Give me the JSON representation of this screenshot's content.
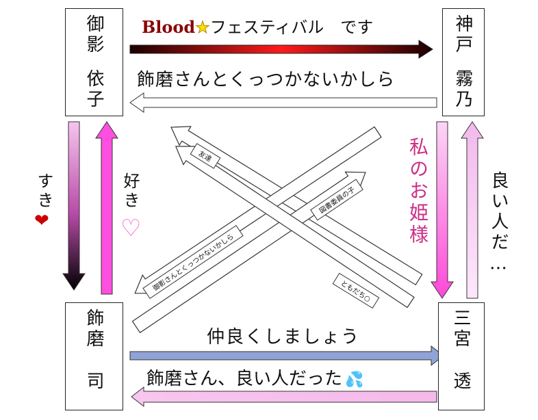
{
  "people": {
    "top_left": {
      "line1": "御影",
      "line2": "依子"
    },
    "top_right": {
      "line1": "神戸",
      "line2": "霧乃"
    },
    "bottom_left": {
      "line1": "飾磨",
      "line2": "司"
    },
    "bottom_right": {
      "line1": "三宮",
      "line2": "透"
    }
  },
  "arrows": {
    "top_forward": {
      "prefix": "Blood",
      "star": "★",
      "suffix": "フェスティバル　です"
    },
    "top_back": "飾磨さんとくっつかないかしら",
    "left_down": "すき",
    "left_down_mark": "❤",
    "left_up": "好き",
    "left_up_mark": "♡",
    "right_down": "私のお姫様",
    "right_up": "良い人だ…",
    "bottom_forward": "仲良くしましょう",
    "bottom_back": "飾磨さん、良い人だった",
    "bottom_back_mark": "💦"
  },
  "cross_arrows": {
    "a_label": "友達",
    "b_label": "図書委員の子",
    "c_label": "御影さんとくっつかないかしら",
    "d_label": "ともだち○"
  },
  "colors": {
    "dark_red": "#8b0000",
    "pink": "#ff4fe0",
    "light_pink": "#f6c8f0",
    "magenta_text": "#cc2f86",
    "periwinkle": "#8fa3d6",
    "star": "#ffe000"
  }
}
